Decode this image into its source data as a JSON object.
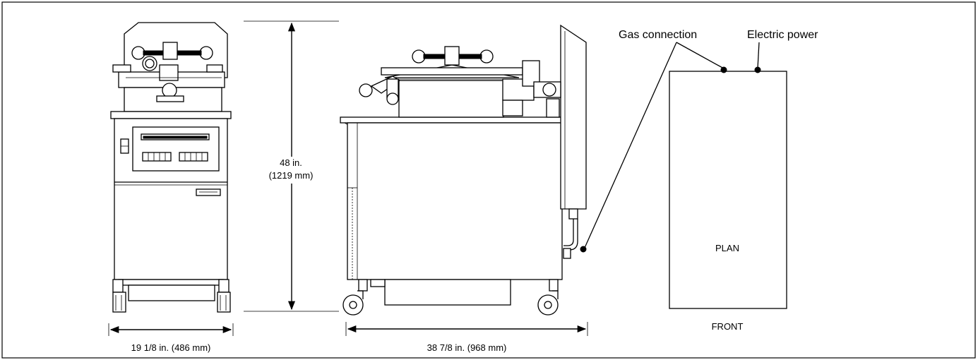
{
  "labels": {
    "height_in": "48 in.",
    "height_mm": "(1219 mm)",
    "width_front": "19 1/8 in. (486 mm)",
    "depth_side": "38 7/8 in. (968 mm)",
    "gas_connection": "Gas connection",
    "electric_power": "Electric power",
    "plan": "PLAN",
    "front": "FRONT"
  }
}
